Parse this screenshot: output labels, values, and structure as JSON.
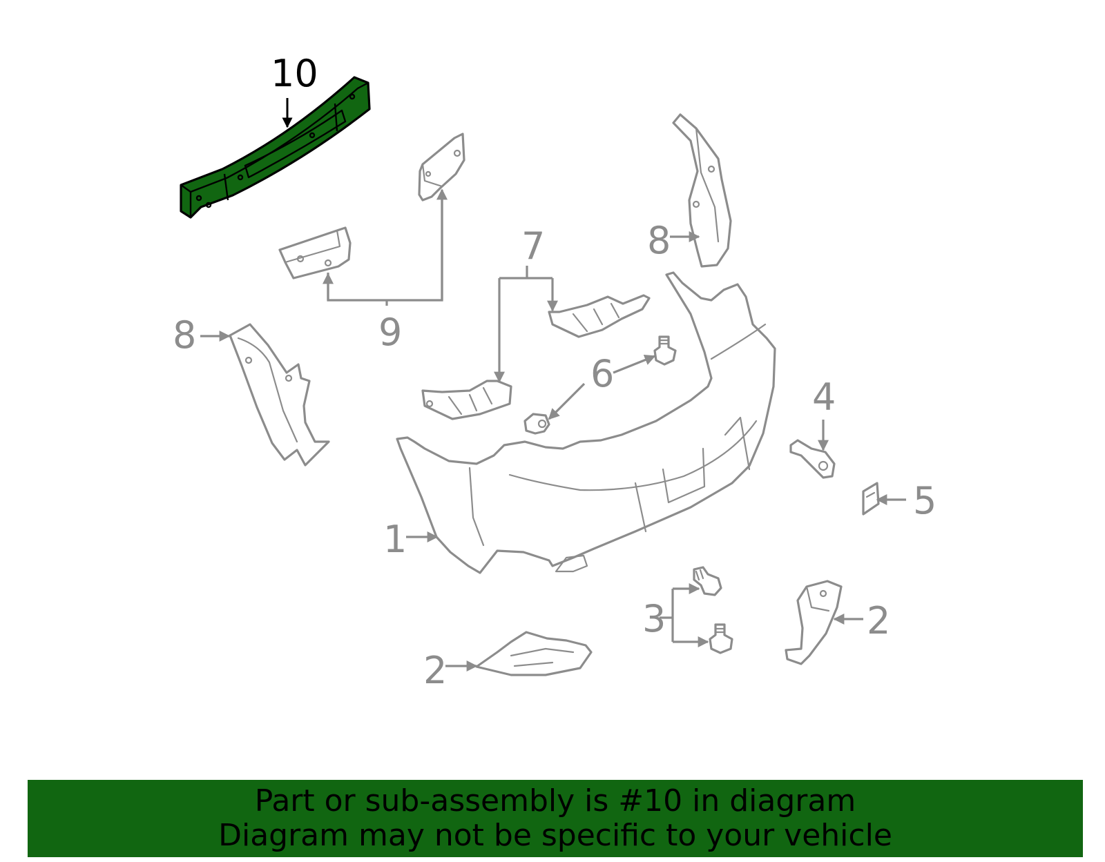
{
  "diagram": {
    "highlight_color": "#116611",
    "line_color": "#8c8c8c",
    "callouts": [
      {
        "id": "c10",
        "label": "10",
        "part": "reinforcement-beam",
        "highlighted": true
      },
      {
        "id": "c9",
        "label": "9",
        "part": "bracket"
      },
      {
        "id": "c8a",
        "label": "8",
        "part": "side-bracket-left"
      },
      {
        "id": "c8b",
        "label": "8",
        "part": "side-bracket-right"
      },
      {
        "id": "c7",
        "label": "7",
        "part": "support-brackets"
      },
      {
        "id": "c6",
        "label": "6",
        "part": "fasteners"
      },
      {
        "id": "c4",
        "label": "4",
        "part": "clip"
      },
      {
        "id": "c5",
        "label": "5",
        "part": "small-bracket"
      },
      {
        "id": "c1",
        "label": "1",
        "part": "bumper-cover"
      },
      {
        "id": "c3",
        "label": "3",
        "part": "bolts"
      },
      {
        "id": "c2a",
        "label": "2",
        "part": "lower-bracket-left"
      },
      {
        "id": "c2b",
        "label": "2",
        "part": "lower-bracket-right"
      }
    ]
  },
  "banner": {
    "color": "#116611",
    "line1": "Part or sub-assembly is #10 in diagram",
    "line2": "Diagram may not be specific to your vehicle"
  }
}
